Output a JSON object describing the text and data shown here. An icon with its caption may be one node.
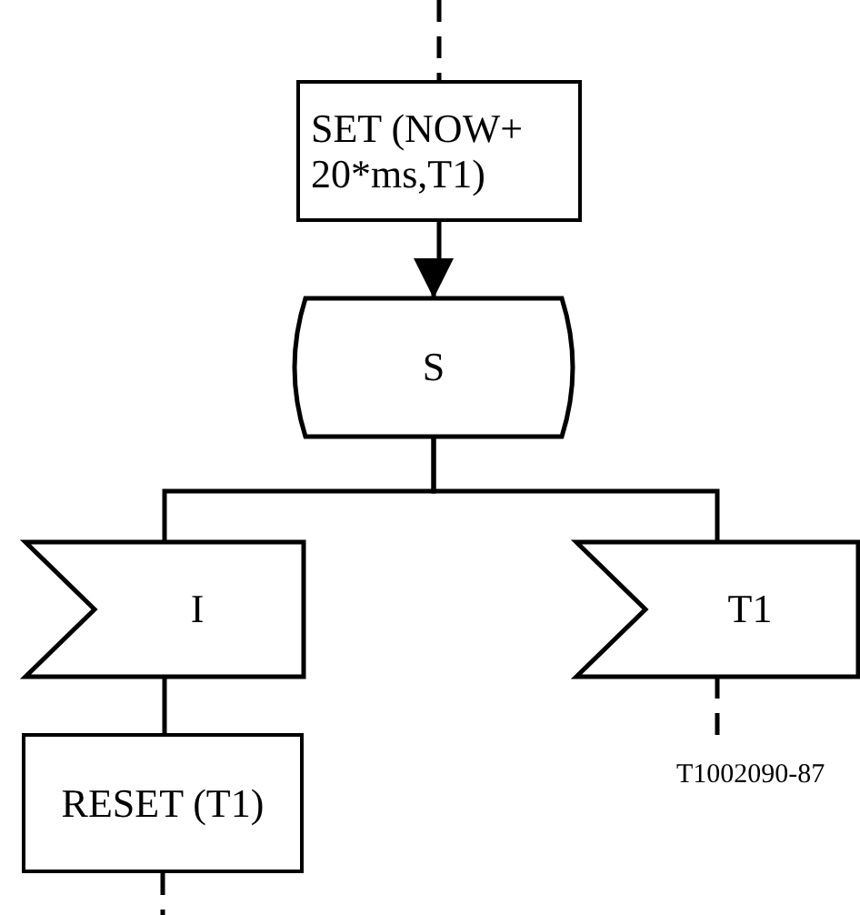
{
  "diagram": {
    "nodes": [
      {
        "text": [
          "SET (NOW+ 20*ms,T1)"
        ]
      },
      {
        "text": [
          "S"
        ]
      },
      {
        "text": [
          "I"
        ]
      },
      {
        "text": [
          "T1"
        ]
      },
      {
        "text": [
          "RESET (T1)"
        ]
      }
    ],
    "edges": [
      {
        "from": null,
        "to": 0,
        "arrow": "none",
        "style": "dashed"
      },
      {
        "from": 0,
        "to": 1,
        "arrow": "to"
      },
      {
        "from": 1,
        "to": 2,
        "arrow": "none"
      },
      {
        "from": 1,
        "to": 3,
        "arrow": "none"
      },
      {
        "from": 2,
        "to": 4,
        "arrow": "none"
      },
      {
        "from": 3,
        "to": null,
        "arrow": "none",
        "style": "dashed"
      },
      {
        "from": 4,
        "to": null,
        "arrow": "none",
        "style": "dashed"
      }
    ],
    "labels": [
      "T1002090-87"
    ]
  }
}
